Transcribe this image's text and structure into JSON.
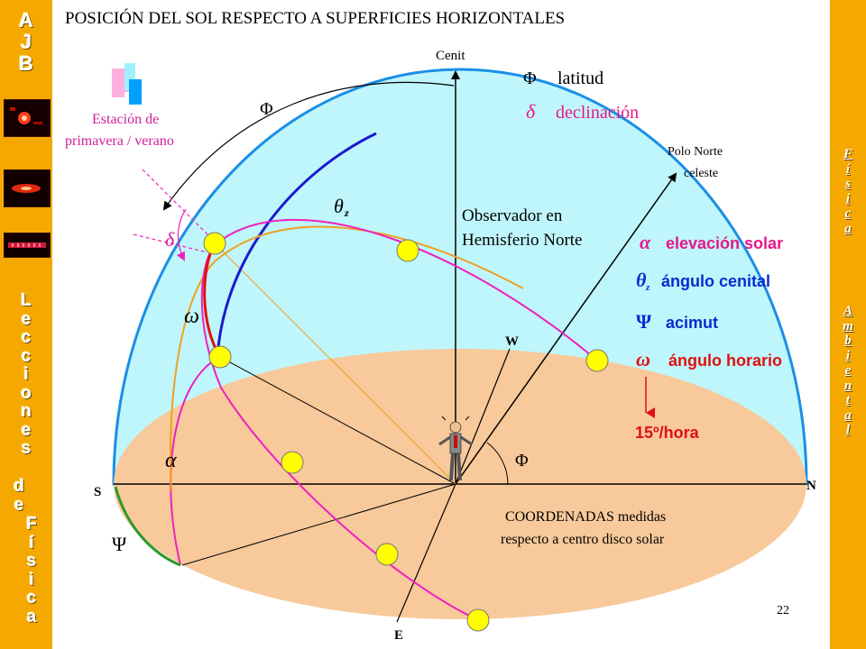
{
  "title": "POSICIÓN DEL SOL RESPECTO A SUPERFICIES HORIZONTALES",
  "sidebar_left": {
    "logo_letters": [
      "A",
      "J",
      "B"
    ],
    "lecciones_letters": [
      "L",
      "e",
      "c",
      "c",
      "i",
      "o",
      "n",
      "e",
      "s"
    ],
    "de_letters": [
      "d",
      "e"
    ],
    "fisica_letters": [
      "F",
      "í",
      "s",
      "i",
      "c",
      "a"
    ]
  },
  "sidebar_right": {
    "fisica_letters": [
      "F",
      "í",
      "s",
      "i",
      "c",
      "a"
    ],
    "ambiental_letters": [
      "A",
      "m",
      "b",
      "i",
      "e",
      "n",
      "t",
      "a",
      "l"
    ]
  },
  "labels": {
    "cenit": "Cenit",
    "polo_line1": "Polo Norte",
    "polo_line2": "celeste",
    "estacion_line1": "Estación de",
    "estacion_line2": "primavera / verano",
    "observador_line1": "Observador en",
    "observador_line2": "Hemisferio Norte",
    "coord_line1": "COORDENADAS medidas",
    "coord_line2": "respecto a centro disco solar",
    "south": "S",
    "north": "N",
    "east": "E",
    "west": "W",
    "rate": "15º/hora",
    "page_number": "22"
  },
  "symbols": {
    "phi": "Φ",
    "delta": "δ",
    "alpha": "α",
    "theta": "θ",
    "z": "z",
    "psi": "Ψ",
    "omega": "ω"
  },
  "legend": {
    "latitud": "latitud",
    "declinacion": "declinación",
    "elevacion": "elevación solar",
    "cenital": "ángulo cenital",
    "acimut": "acimut",
    "horario": "ángulo horario"
  },
  "colors": {
    "sidebar": "#f5a800",
    "sky": "#bff6fb",
    "ground": "#f8c99a",
    "meridian_light_blue": "#1a8fe6",
    "meridian_dark_blue": "#1a1ad0",
    "sun_path_magenta": "#f020c0",
    "sun_path_orange": "#f0a020",
    "hour_angle_red": "#e01010",
    "azimuth_green": "#2a9a2a",
    "sun": "#ffff00",
    "legend_magenta": "#e8168a",
    "legend_blue": "#0a2ad0"
  }
}
